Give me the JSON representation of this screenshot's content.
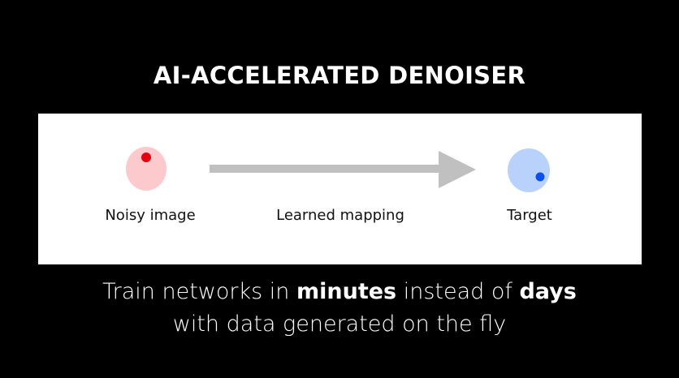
{
  "title": "AI-ACCELERATED DENOISER",
  "diagram": {
    "source_label": "Noisy image",
    "arrow_label": "Learned mapping",
    "target_label": "Target",
    "colors": {
      "source_fill": "#fccacd",
      "source_dot": "#e8000e",
      "target_fill": "#b9d2fb",
      "target_dot": "#0a4ff0",
      "arrow": "#c0c0c0"
    }
  },
  "subtitle": {
    "line1_a": "Train networks in ",
    "line1_b": "minutes",
    "line1_c": " instead of ",
    "line1_d": "days",
    "line2": "with data generated on the fly"
  }
}
